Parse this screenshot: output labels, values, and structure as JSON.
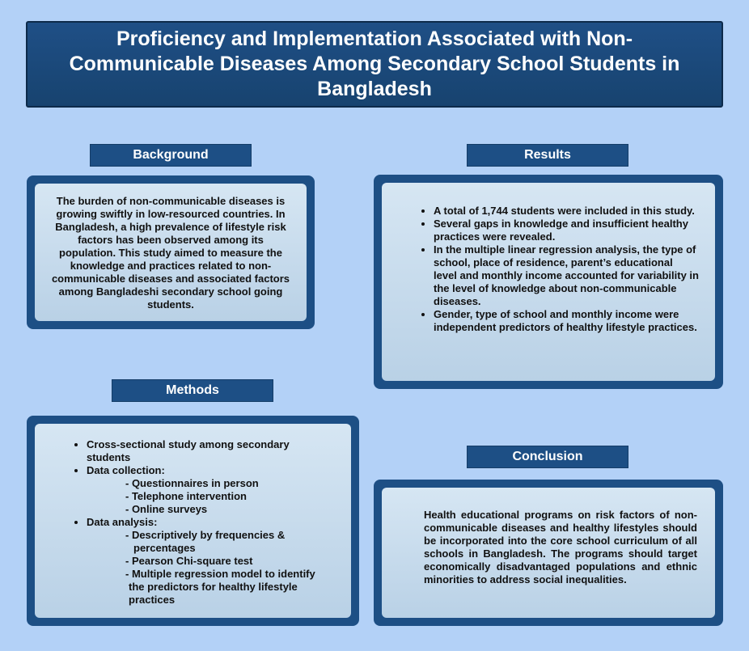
{
  "title": "Proficiency and Implementation Associated with Non-Communicable Diseases Among Secondary School Students in Bangladesh",
  "background": {
    "label": "Background",
    "text": "The burden of non-communicable diseases is growing swiftly in low-resourced countries. In Bangladesh, a high prevalence of lifestyle risk factors has been observed among its population. This study aimed to measure the knowledge and practices related to non-communicable diseases and associated factors among Bangladeshi secondary school going students."
  },
  "results": {
    "label": "Results",
    "items": [
      "A total of 1,744 students were included in this study.",
      "Several gaps in knowledge and insufficient healthy practices were revealed.",
      " In the multiple linear regression analysis, the type of school, place of residence, parent’s educational level and monthly income accounted for variability in the level of knowledge about non-communicable diseases.",
      "Gender, type of school and monthly income were independent predictors of healthy lifestyle practices."
    ]
  },
  "methods": {
    "label": "Methods",
    "item1": "Cross-sectional study among secondary students",
    "item2": "Data collection:",
    "item2_sub": [
      "- Questionnaires in person",
      "- Telephone intervention",
      "- Online surveys"
    ],
    "item3": "Data analysis:",
    "item3_sub": [
      "- Descriptively by frequencies &",
      "percentages",
      "- Pearson Chi-square test",
      "- Multiple regression model to identify",
      "the predictors for healthy lifestyle",
      "practices"
    ]
  },
  "conclusion": {
    "label": "Conclusion",
    "text": "Health educational programs on risk factors of non-communicable diseases and healthy lifestyles should be incorporated into the core school curriculum of all schools in Bangladesh. The programs should target economically disadvantaged populations and ethnic minorities to address social inequalities."
  }
}
